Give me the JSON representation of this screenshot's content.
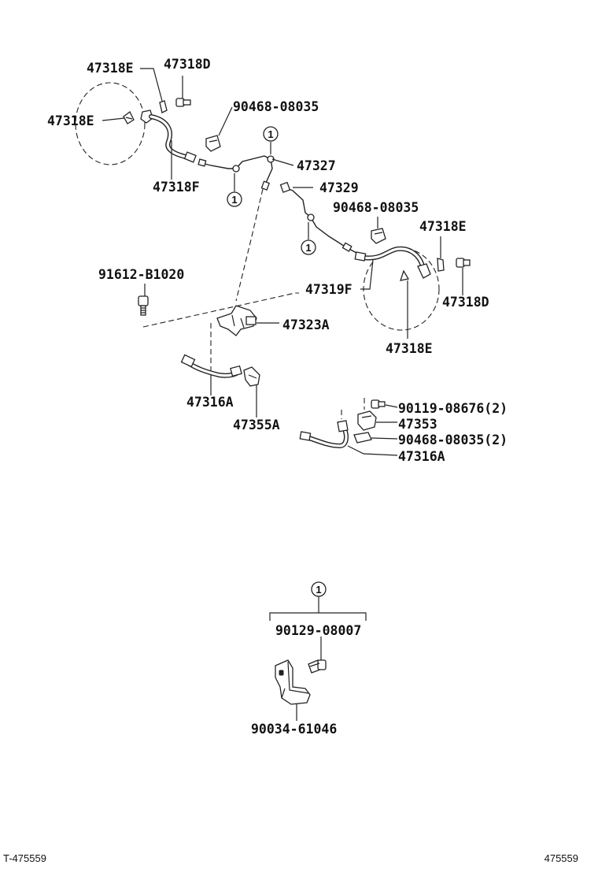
{
  "labels": {
    "l1": "47318E",
    "l2": "47318D",
    "l3": "47318E",
    "l4": "90468-08035",
    "l5": "47327",
    "l6": "47318F",
    "l7": "47329",
    "l8": "90468-08035",
    "l9": "47318E",
    "l10": "91612-B1020",
    "l11": "47319F",
    "l12": "47318D",
    "l13": "47323A",
    "l14": "47318E",
    "l15": "47316A",
    "l16": "90119-08676(2)",
    "l17": "47353",
    "l18": "47355A",
    "l19": "90468-08035(2)",
    "l20": "47316A",
    "l21": "90129-08007",
    "l22": "90034-61046"
  },
  "refs": {
    "r1": "1",
    "r2": "1",
    "r3": "1",
    "r4": "1"
  },
  "footer": {
    "left": "T-475559",
    "right": "475559"
  }
}
